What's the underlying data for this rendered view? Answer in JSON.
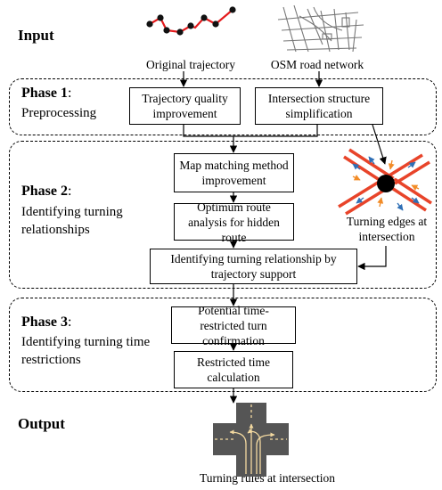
{
  "input": {
    "title": "Input",
    "trajectory_label": "Original  trajectory",
    "osm_label": "OSM road network"
  },
  "phase1": {
    "title": "Phase 1",
    "colon": ":",
    "subtitle": "Preprocessing",
    "box_quality": "Trajectory quality improvement",
    "box_intersection": "Intersection structure simplification"
  },
  "phase2": {
    "title": "Phase 2",
    "colon": ":",
    "subtitle": "Identifying turning relationships",
    "box_mapmatch": "Map matching method improvement",
    "box_optimum": "Optimum route analysis for hidden route",
    "box_identify": "Identifying turning relationship by trajectory support",
    "turning_edges_label": "Turning edges at intersection"
  },
  "phase3": {
    "title": "Phase 3",
    "colon": ":",
    "subtitle": "Identifying turning time restrictions",
    "box_potential": "Potential time-restricted turn confirmation",
    "box_restricted": "Restricted time calculation"
  },
  "output": {
    "title": "Output",
    "turning_rules_label": "Turning rules at intersection"
  },
  "colors": {
    "trajectory_line": "#e41a1c",
    "trajectory_point": "#111111",
    "road_gray": "#555555",
    "edge_red": "#e8442a",
    "edge_arrow_blue": "#2f6fb5",
    "edge_arrow_orange": "#f28c28",
    "lane_marking": "#f3d9a0"
  }
}
